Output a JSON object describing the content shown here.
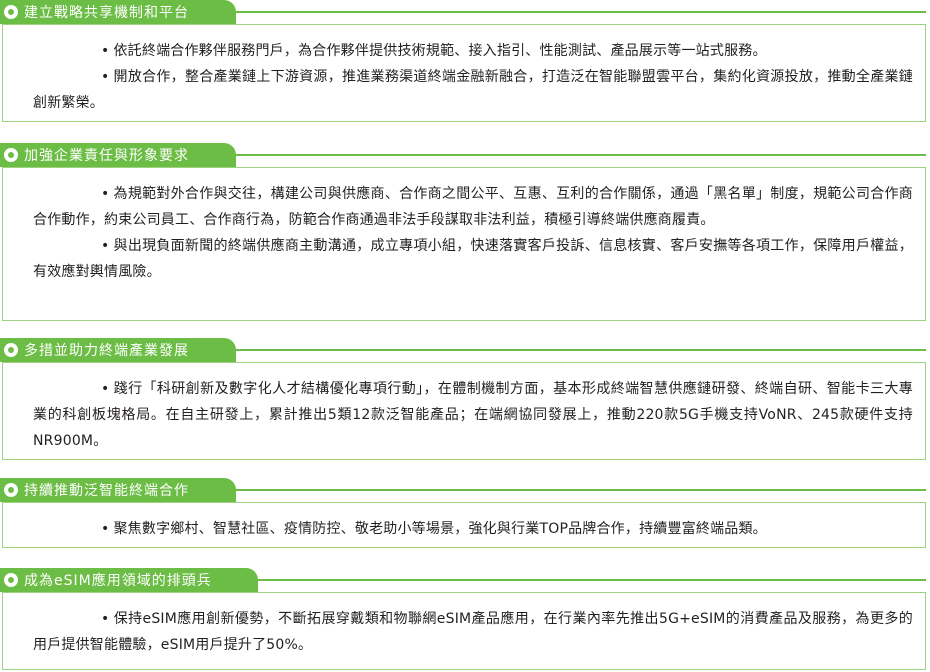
{
  "sections": [
    {
      "title": "建立戰略共享機制和平台",
      "paragraphs": [
        "依託終端合作夥伴服務門戶，為合作夥伴提供技術規範、接入指引、性能測試、產品展示等一站式服務。",
        "開放合作，整合產業鏈上下游資源，推進業務渠道終端金融新融合，打造泛在智能聯盟雲平台，集約化資源投放，推動全產業鏈創新繁榮。"
      ]
    },
    {
      "title": "加強企業責任與形象要求",
      "paragraphs": [
        "為規範對外合作與交往，構建公司與供應商、合作商之間公平、互惠、互利的合作關係，通過「黑名單」制度，規範公司合作商合作動作，約束公司員工、合作商行為，防範合作商通過非法手段謀取非法利益，積極引導終端供應商履責。",
        "與出現負面新聞的終端供應商主動溝通，成立專項小組，快速落實客戶投訴、信息核實、客戶安撫等各項工作，保障用戶權益，有效應對輿情風險。"
      ]
    },
    {
      "title": "多措並助力終端產業發展",
      "paragraphs": [
        "踐行「科研創新及數字化人才結構優化專項行動」，在體制機制方面，基本形成終端智慧供應鏈研發、終端自研、智能卡三大專業的科創板塊格局。在自主研發上，累計推出5類12款泛智能產品；在端網協同發展上，推動220款5G手機支持VoNR、245款硬件支持NR900M。"
      ]
    },
    {
      "title": "持續推動泛智能終端合作",
      "paragraphs": [
        "聚焦數字鄉村、智慧社區、疫情防控、敬老助小等場景，強化與行業TOP品牌合作，持續豐富終端品類。"
      ]
    },
    {
      "title": "成為eSIM應用領域的排頭兵",
      "paragraphs": [
        "保持eSIM應用創新優勢，不斷拓展穿戴類和物聯網eSIM產品應用，在行業內率先推出5G+eSIM的消費產品及服務，為更多的用戶提供智能體驗，eSIM用戶提升了50%。"
      ]
    }
  ],
  "bullet_symbol": "•",
  "colors": {
    "accent": "#6cbd45",
    "border": "#9fd27f",
    "text": "#231f20"
  },
  "icons": {
    "section_marker": "circle-dot-icon"
  }
}
